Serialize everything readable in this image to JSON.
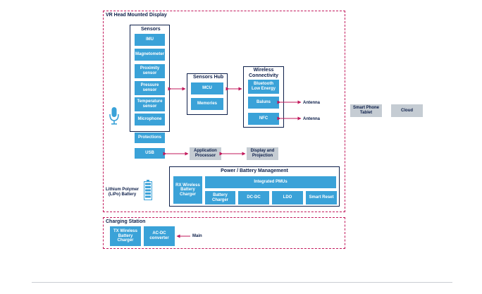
{
  "hmd": {
    "title": "VR Head Mounted Display"
  },
  "sensors": {
    "title": "Sensors",
    "items": [
      "IMU",
      "Magnetometer",
      "Proximity\nsensor",
      "Pressure\nsensor",
      "Temperature\nsensor",
      "Microphone"
    ]
  },
  "protections": "Protections",
  "usb": "USB",
  "hub": {
    "title": "Sensors Hub",
    "mcu": "MCU",
    "memories": "Memories"
  },
  "wireless": {
    "title": "Wireless\nConnectivity",
    "ble": "Bluetooth\nLow Energy",
    "baluns": "Baluns",
    "nfc": "NFC"
  },
  "antenna1": "Antenna",
  "antenna2": "Antenna",
  "app_processor": "Application\nProcessor",
  "display": "Display and\nProjection",
  "smartphone": "Smart Phone\nTablet",
  "cloud": "Cloud",
  "battery_label": "Lithium Polymer\n(LiPo) Battery",
  "power": {
    "title": "Power / Battery Management",
    "rx": "RX Wireless\nBattery\nCharger",
    "pmu": "Integrated PMUs",
    "battery_charger": "Battery\nCharger",
    "dcdc": "DC-DC",
    "ldo": "LDO",
    "smart_reset": "Smart Reset"
  },
  "charging": {
    "title": "Charging Station",
    "tx": "TX Wireless\nBattery\nCharger",
    "acdc": "AC-DC\nconverter",
    "main": "Main"
  },
  "colors": {
    "accent": "#3aa2d8",
    "frame": "#0d1f4a",
    "dashed": "#c2185b",
    "grey_box": "#c5ccd3"
  },
  "icons": [
    "microphone-icon",
    "battery-icon"
  ]
}
